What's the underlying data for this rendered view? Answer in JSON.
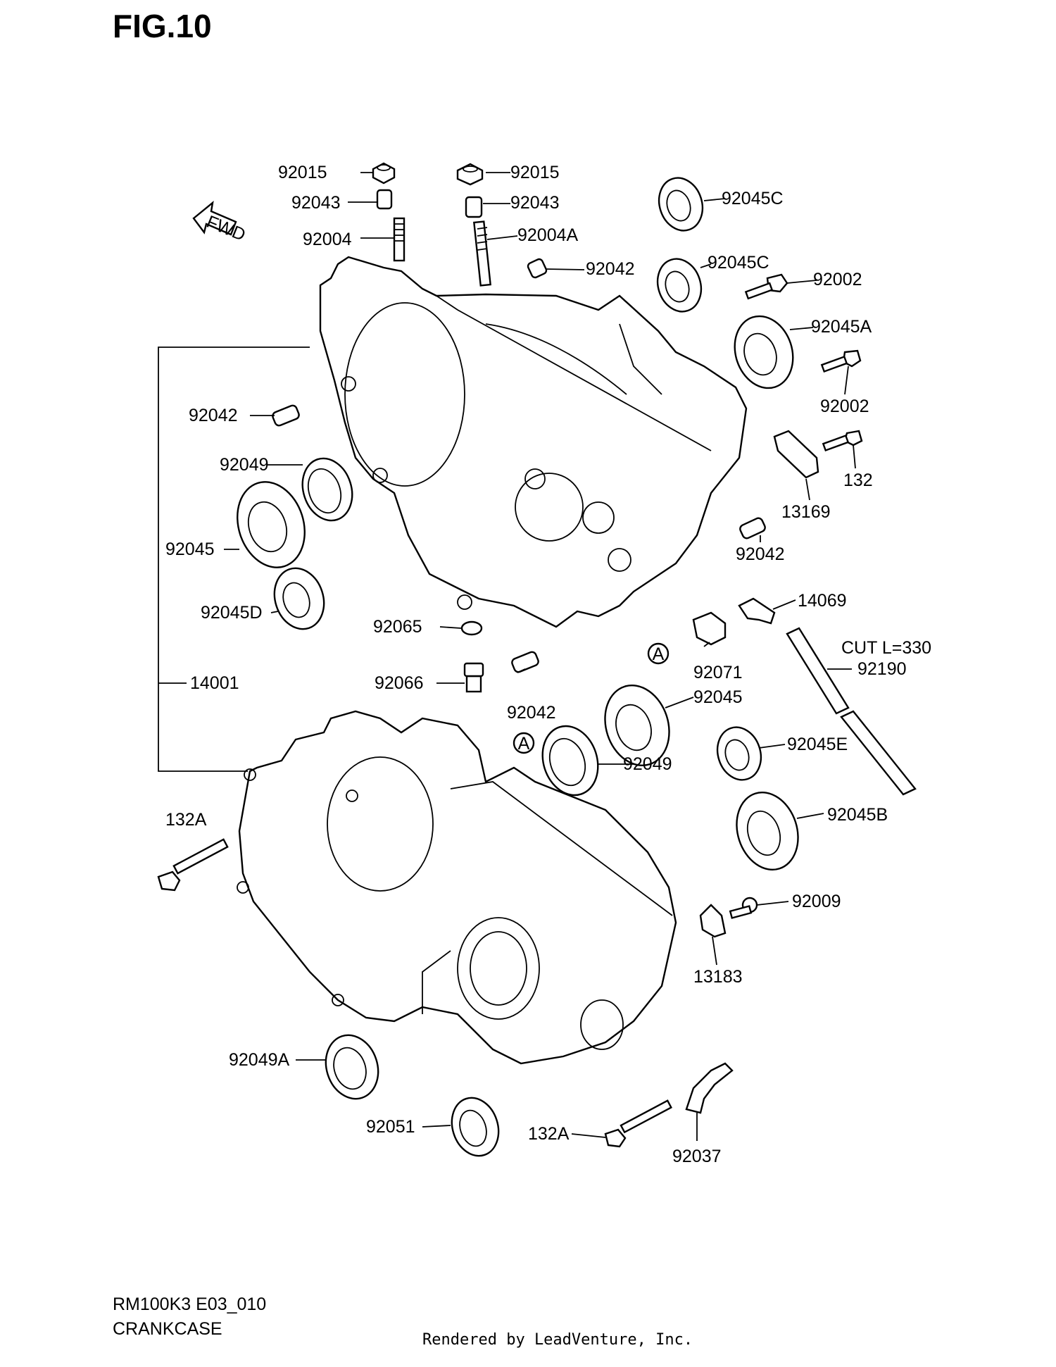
{
  "figure": {
    "title": "FIG.10"
  },
  "footer": {
    "model_code": "RM100K3 E03_010",
    "section_name": "CRANKCASE",
    "credit": "Rendered by LeadVenture, Inc."
  },
  "orientation_tag": "FWD",
  "section_markers": [
    "A",
    "A"
  ],
  "callouts": [
    {
      "id": "c01",
      "text": "92015"
    },
    {
      "id": "c02",
      "text": "92043"
    },
    {
      "id": "c03",
      "text": "92004"
    },
    {
      "id": "c04",
      "text": "92015"
    },
    {
      "id": "c05",
      "text": "92043"
    },
    {
      "id": "c06",
      "text": "92004A"
    },
    {
      "id": "c07",
      "text": "92045C"
    },
    {
      "id": "c08",
      "text": "92042"
    },
    {
      "id": "c09",
      "text": "92045C"
    },
    {
      "id": "c10",
      "text": "92002"
    },
    {
      "id": "c11",
      "text": "92045A"
    },
    {
      "id": "c12",
      "text": "92042"
    },
    {
      "id": "c13",
      "text": "92002"
    },
    {
      "id": "c14",
      "text": "92049"
    },
    {
      "id": "c15",
      "text": "132"
    },
    {
      "id": "c16",
      "text": "13169"
    },
    {
      "id": "c17",
      "text": "92045"
    },
    {
      "id": "c18",
      "text": "92042"
    },
    {
      "id": "c19",
      "text": "92045D"
    },
    {
      "id": "c20",
      "text": "14069"
    },
    {
      "id": "c21",
      "text": "92065"
    },
    {
      "id": "c22",
      "text": "CUT L=330"
    },
    {
      "id": "c23",
      "text": "92190"
    },
    {
      "id": "c24",
      "text": "92071"
    },
    {
      "id": "c25",
      "text": "14001"
    },
    {
      "id": "c26",
      "text": "92066"
    },
    {
      "id": "c27",
      "text": "92045"
    },
    {
      "id": "c28",
      "text": "92042"
    },
    {
      "id": "c29",
      "text": "92045E"
    },
    {
      "id": "c30",
      "text": "92049"
    },
    {
      "id": "c31",
      "text": "132A"
    },
    {
      "id": "c32",
      "text": "92045B"
    },
    {
      "id": "c33",
      "text": "92009"
    },
    {
      "id": "c34",
      "text": "13183"
    },
    {
      "id": "c35",
      "text": "92049A"
    },
    {
      "id": "c36",
      "text": "92051"
    },
    {
      "id": "c37",
      "text": "132A"
    },
    {
      "id": "c38",
      "text": "92037"
    }
  ]
}
